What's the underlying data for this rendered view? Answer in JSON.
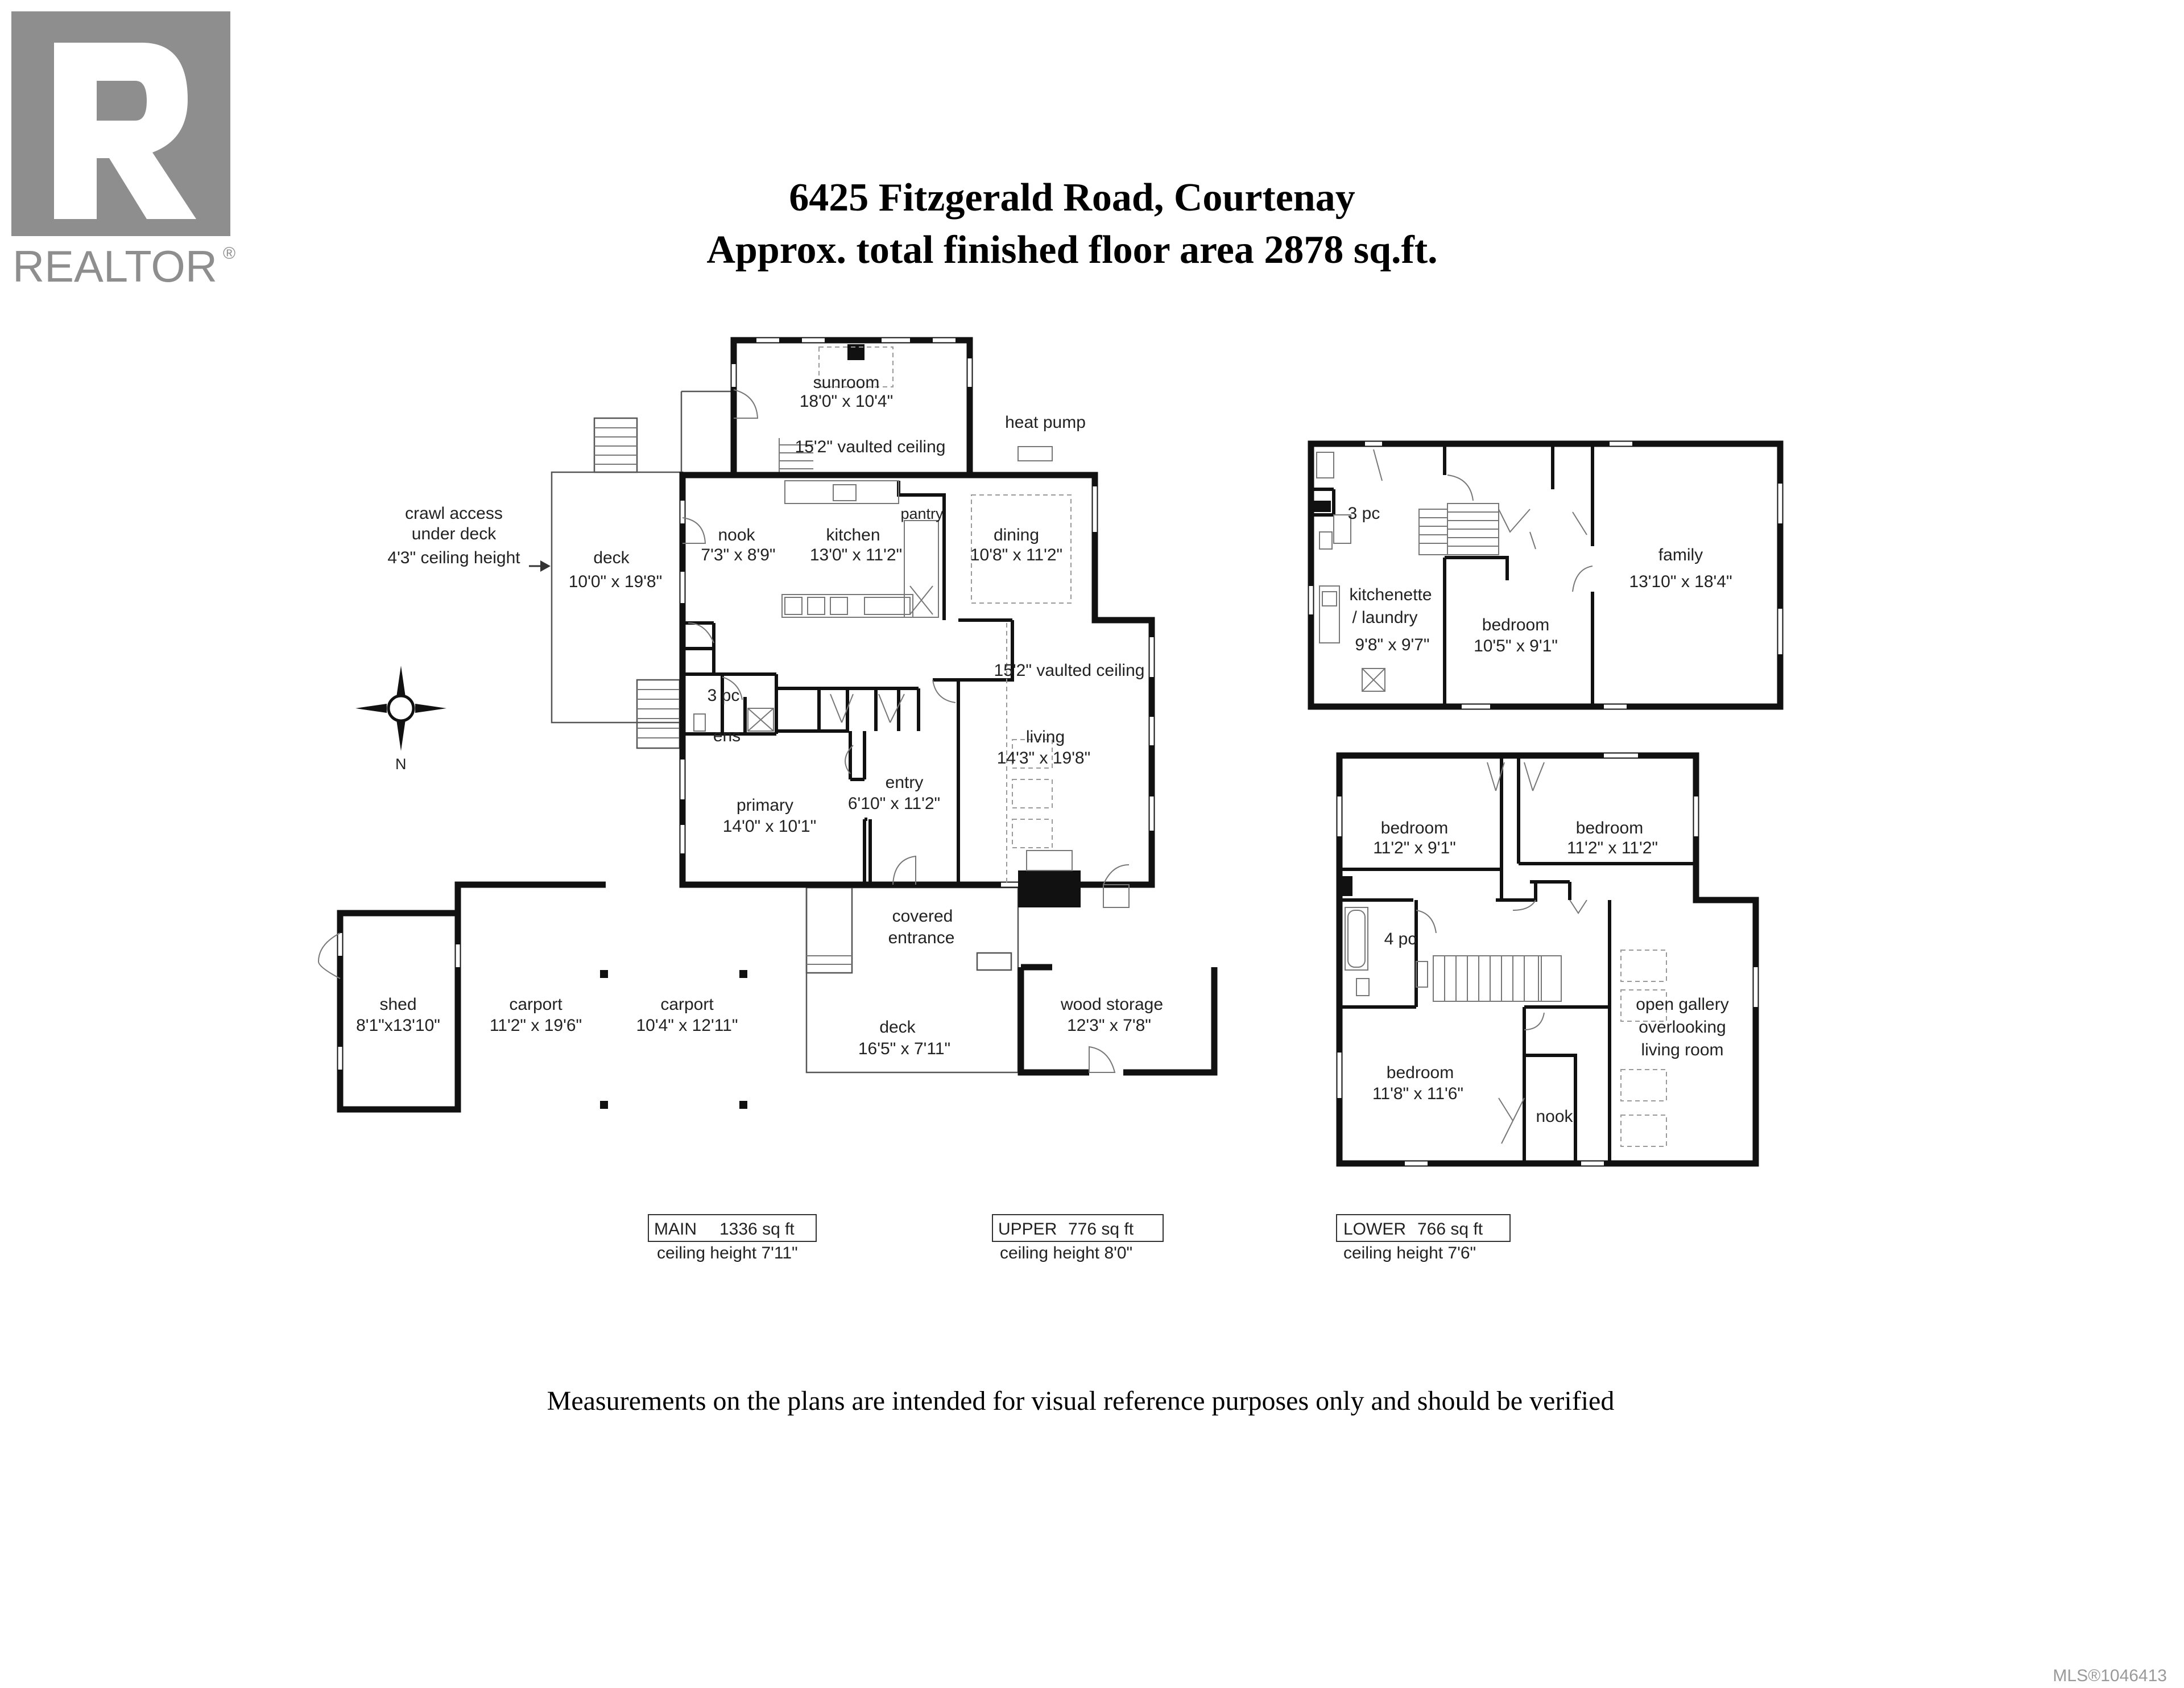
{
  "brand": {
    "name": "REALTOR",
    "registered_mark": "®",
    "color": "#8e8e8e"
  },
  "title": {
    "line1": "6425 Fitzgerald Road, Courtenay",
    "line2": "Approx. total finished floor area 2878 sq.ft."
  },
  "main_floor": {
    "sunroom": {
      "name": "sunroom",
      "dims": "18'0\" x 10'4\""
    },
    "sunroom_ceiling": "15'2\" vaulted ceiling",
    "heat_pump": "heat pump",
    "crawl_note": [
      "crawl access",
      "under deck",
      "4'3\" ceiling height"
    ],
    "deck_west": {
      "name": "deck",
      "dims": "10'0\" x 19'8\""
    },
    "nook": {
      "name": "nook",
      "dims": "7'3\" x 8'9\""
    },
    "kitchen": {
      "name": "kitchen",
      "dims": "13'0\" x 11'2\""
    },
    "pantry": "pantry",
    "dining": {
      "name": "dining",
      "dims": "10'8\" x 11'2\""
    },
    "living_ceiling": "15'2\" vaulted ceiling",
    "living": {
      "name": "living",
      "dims": "14'3\" x 19'8\""
    },
    "ensuite": [
      "3 pc",
      "ens"
    ],
    "entry": {
      "name": "entry",
      "dims": "6'10\" x 11'2\""
    },
    "primary": {
      "name": "primary",
      "dims": "14'0\" x 10'1\""
    },
    "covered_entrance": [
      "covered",
      "entrance"
    ],
    "shed": {
      "name": "shed",
      "dims": "8'1\"x13'10\""
    },
    "carport1": {
      "name": "carport",
      "dims": "11'2\" x 19'6\""
    },
    "carport2": {
      "name": "carport",
      "dims": "10'4\" x 12'11\""
    },
    "deck_south": {
      "name": "deck",
      "dims": "16'5\" x 7'11\""
    },
    "wood_storage": {
      "name": "wood storage",
      "dims": "12'3\" x 7'8\""
    },
    "compass_n": "N"
  },
  "upper_floor": {
    "bath": "3 pc",
    "kitchenette": {
      "name": [
        "kitchenette",
        "/ laundry"
      ],
      "dims": "9'8\" x 9'7\""
    },
    "bedroom": {
      "name": "bedroom",
      "dims": "10'5\" x 9'1\""
    },
    "family": {
      "name": "family",
      "dims": "13'10\" x 18'4\""
    }
  },
  "lower_floor": {
    "bedroom1": {
      "name": "bedroom",
      "dims": "11'2\" x 9'1\""
    },
    "bedroom2": {
      "name": "bedroom",
      "dims": "11'2\" x 11'2\""
    },
    "bath": "4 pc",
    "gallery": [
      "open gallery",
      "overlooking",
      "living room"
    ],
    "bedroom3": {
      "name": "bedroom",
      "dims": "11'8\" x 11'6\""
    },
    "nook": "nook"
  },
  "legends": {
    "main": {
      "label": "MAIN",
      "area": "1336 sq ft",
      "ceiling": "ceiling height 7'11\""
    },
    "upper": {
      "label": "UPPER",
      "area": "776 sq ft",
      "ceiling": "ceiling height 8'0\""
    },
    "lower": {
      "label": "LOWER",
      "area": "766 sq ft",
      "ceiling": "ceiling height 7'6\""
    }
  },
  "disclaimer": "Measurements on the plans are intended for visual reference purposes only and should be verified",
  "mls": "MLS®1046413"
}
